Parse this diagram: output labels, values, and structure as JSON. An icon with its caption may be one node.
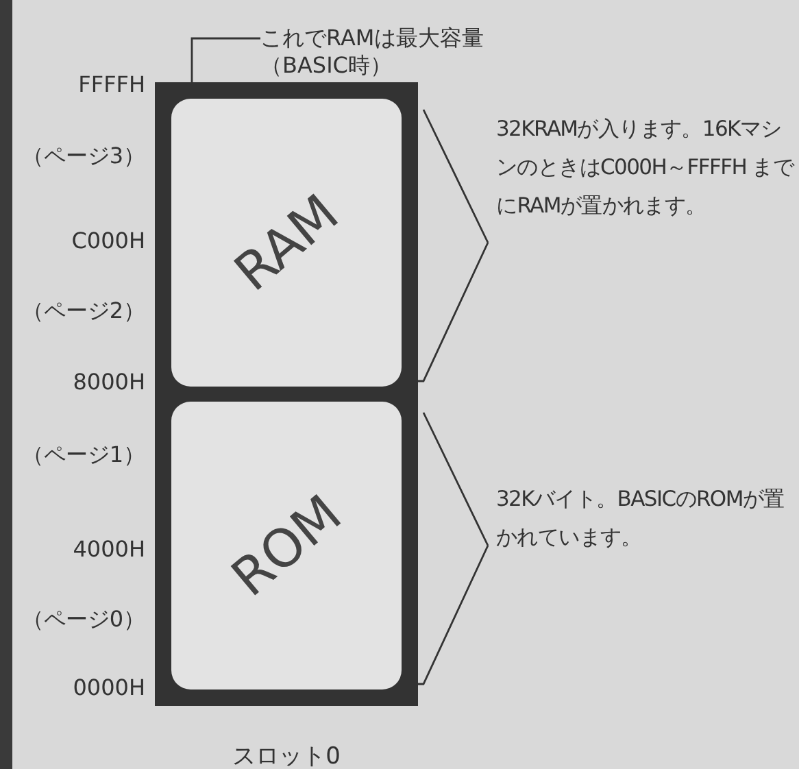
{
  "diagram": {
    "nodes": [
      {
        "text": [],
        "shape": "box",
        "beside": [
          "スロット0"
        ]
      },
      {
        "text": [
          "RAM"
        ],
        "in": 0
      },
      {
        "text": [
          "ROM"
        ],
        "in": 0
      },
      {
        "text": [
          "これでRAMは最大容量（BASIC時）"
        ]
      },
      {
        "text": [
          "32KRAMが入ります。16KマシンのときはC000H～FFFFH までにRAMが置かれます。"
        ]
      },
      {
        "text": [
          "32Kバイト。BASICのROMが置かれています。"
        ]
      }
    ],
    "edges": [
      {
        "from": 3,
        "to": 1,
        "arrow": "to"
      },
      {
        "from": 1,
        "to": 4,
        "arrow": "none"
      },
      {
        "from": 2,
        "to": 5,
        "arrow": "none"
      }
    ],
    "labels": [
      "FFFFH",
      "（ページ3）",
      "C000H",
      "（ページ2）",
      "8000H",
      "（ページ1）",
      "4000H",
      "（ページ0）",
      "0000H"
    ]
  }
}
